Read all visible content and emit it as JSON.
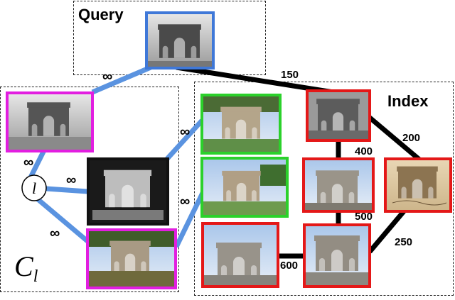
{
  "regions": {
    "query": {
      "label": "Query"
    },
    "index": {
      "label": "Index"
    },
    "cluster": {
      "label": "C",
      "subscript": "l"
    }
  },
  "node_label": "l",
  "edge_weights": {
    "query_to_index": "150",
    "edge_200": "200",
    "edge_400": "400",
    "edge_500": "500",
    "edge_250": "250",
    "edge_600": "600"
  },
  "infinity_symbol": "∞",
  "colors": {
    "query_frame": "#3f78d8",
    "cluster_frame": "#e21ee0",
    "retrieved_frame": "#2bd12b",
    "index_frame": "#e41818",
    "dark_frame": "#111111",
    "link_blue": "#5a93e0",
    "link_black": "#000000"
  },
  "images": [
    {
      "id": "query-photo",
      "frame": "query_frame",
      "style": "bw"
    },
    {
      "id": "cluster-photo-1",
      "frame": "cluster_frame",
      "style": "bw"
    },
    {
      "id": "cluster-photo-2",
      "frame": "cluster_frame",
      "style": "bw-dark"
    },
    {
      "id": "cluster-photo-3",
      "frame": "cluster_frame",
      "style": "color"
    },
    {
      "id": "retrieved-photo-1",
      "frame": "retrieved_frame",
      "style": "color"
    },
    {
      "id": "retrieved-photo-2",
      "frame": "retrieved_frame",
      "style": "color"
    },
    {
      "id": "index-photo-1",
      "frame": "index_frame",
      "style": "color-dark"
    },
    {
      "id": "index-photo-2",
      "frame": "index_frame",
      "style": "color"
    },
    {
      "id": "index-photo-3",
      "frame": "index_frame",
      "style": "sepia"
    },
    {
      "id": "index-photo-4",
      "frame": "index_frame",
      "style": "color"
    },
    {
      "id": "index-photo-5",
      "frame": "index_frame",
      "style": "color"
    }
  ]
}
